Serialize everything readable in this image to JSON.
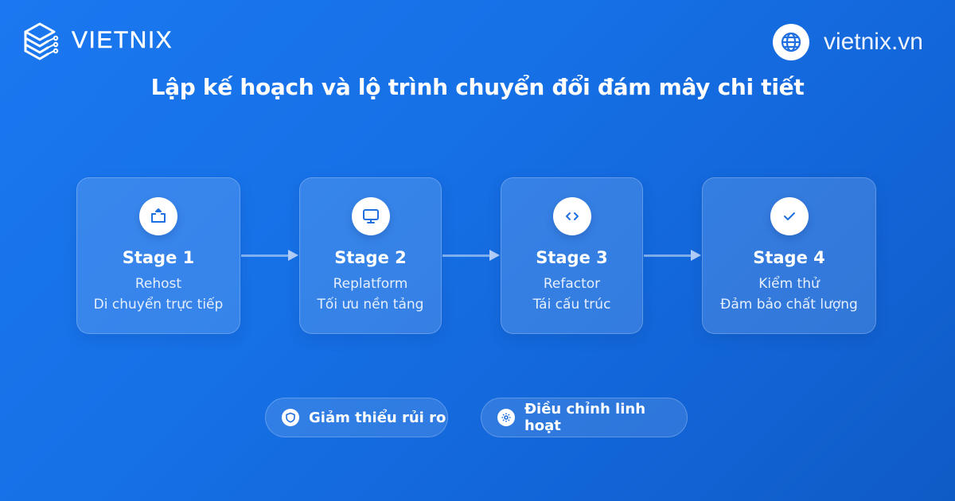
{
  "brand": {
    "logo_text": "VIETNIX",
    "logo_icon": "server-stack-icon",
    "website": "vietnix.vn",
    "website_icon": "globe-icon"
  },
  "title": "Lập kế hoạch và lộ trình chuyển đổi đám mây chi tiết",
  "stages": [
    {
      "title": "Stage 1",
      "name": "Rehost",
      "desc": "Di chuyển trực tiếp",
      "icon": "upload-box-icon"
    },
    {
      "title": "Stage 2",
      "name": "Replatform",
      "desc": "Tối ưu nền tảng",
      "icon": "monitor-icon"
    },
    {
      "title": "Stage 3",
      "name": "Refactor",
      "desc": "Tái cấu trúc",
      "icon": "code-icon"
    },
    {
      "title": "Stage 4",
      "name": "Kiểm thử",
      "desc": "Đảm bảo chất lượng",
      "icon": "check-icon"
    }
  ],
  "features": [
    {
      "label": "Giảm thiểu rủi ro",
      "icon": "shield-icon"
    },
    {
      "label": "Điều chỉnh linh hoạt",
      "icon": "gear-icon"
    }
  ],
  "colors": {
    "background_start": "#1b78f0",
    "background_end": "#0f5bc6",
    "icon_blue": "#1f6fe0",
    "text": "#ffffff"
  }
}
